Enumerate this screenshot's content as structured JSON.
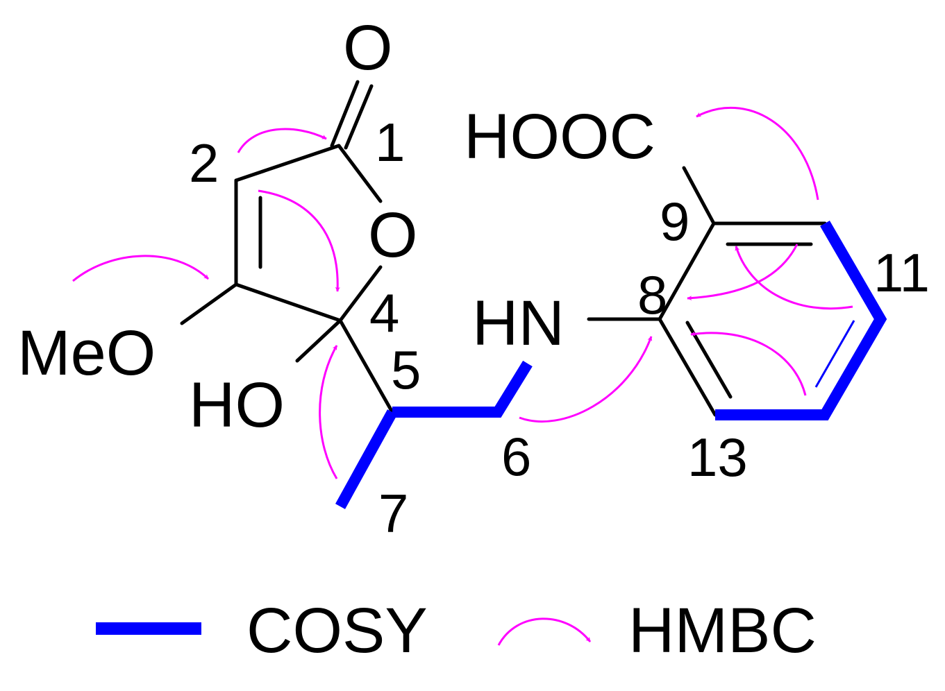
{
  "atoms": {
    "o_carbonyl": "O",
    "o_ring": "O",
    "meo": "MeO",
    "ho": "HO",
    "hn": "HN",
    "cooh": "HOOC"
  },
  "numbers": {
    "n1": "1",
    "n2": "2",
    "n4": "4",
    "n5": "5",
    "n6": "6",
    "n7": "7",
    "n8": "8",
    "n9": "9",
    "n11": "11",
    "n13": "13"
  },
  "legend": {
    "cosy_label": "COSY",
    "hmbc_label": "HMBC"
  },
  "colors": {
    "cosy": "#0000ff",
    "hmbc": "#ff00ff",
    "bond": "#000000"
  }
}
